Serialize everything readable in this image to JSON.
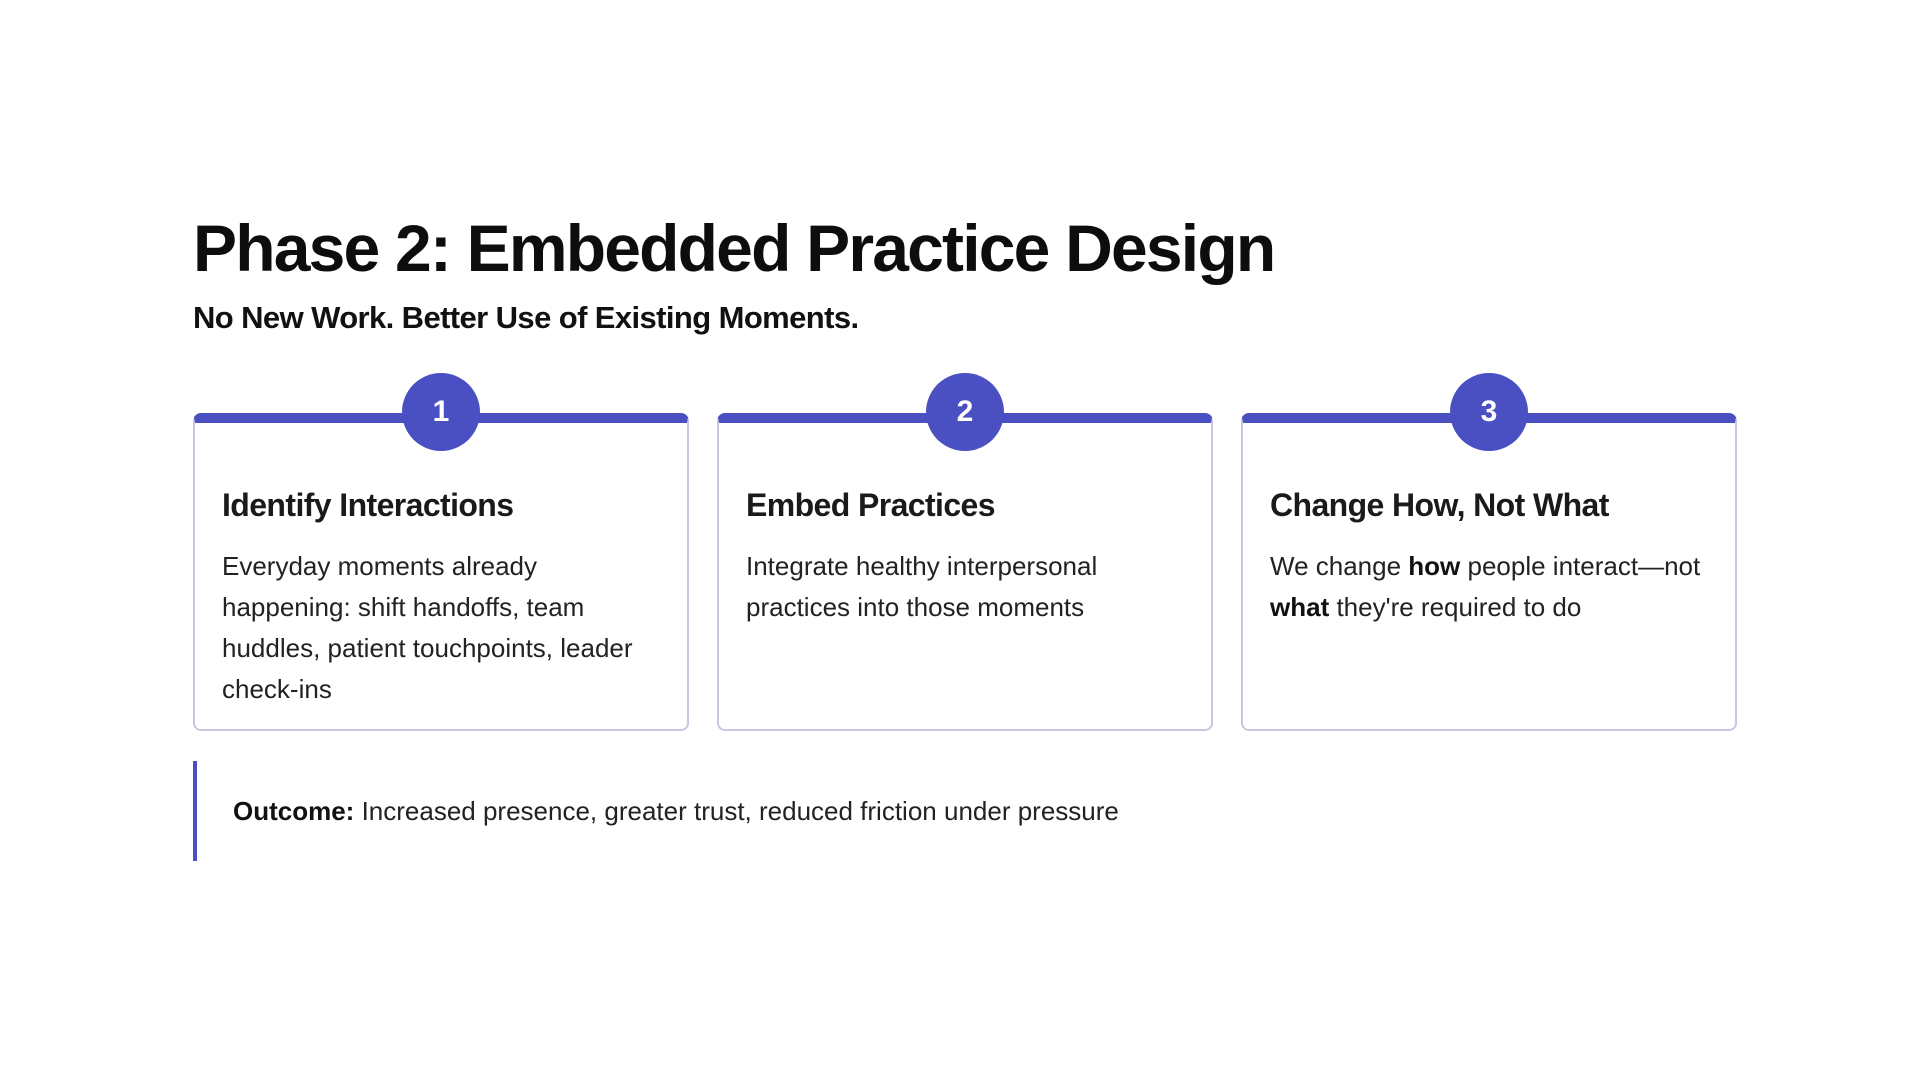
{
  "slide": {
    "title": "Phase 2: Embedded Practice Design",
    "subtitle": "No New Work. Better Use of Existing Moments."
  },
  "cards": [
    {
      "number": "1",
      "title": "Identify Interactions",
      "text": "Everyday moments already happening: shift handoffs, team huddles, patient touchpoints, leader check-ins"
    },
    {
      "number": "2",
      "title": "Embed Practices",
      "text": "Integrate healthy interpersonal practices into those moments"
    },
    {
      "number": "3",
      "title": "Change How, Not What",
      "text_parts": [
        "We change ",
        "how",
        " people interact—not ",
        "what",
        " they're required to do"
      ]
    }
  ],
  "outcome": {
    "label": "Outcome:",
    "text": " Increased presence, greater trust, reduced friction under pressure"
  },
  "colors": {
    "accent": "#4a50c2",
    "card_border": "#c9c8e3",
    "text": "#111111"
  }
}
